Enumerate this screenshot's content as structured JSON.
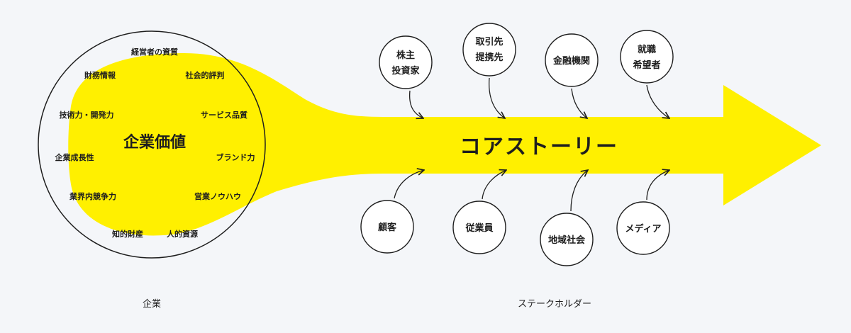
{
  "colors": {
    "background": "#f4f6f9",
    "accent": "#fff000",
    "ink": "#1e1e1e"
  },
  "company": {
    "core_value": "企業価値",
    "assets": [
      "経営者の資質",
      "財務情報",
      "社会的評判",
      "技術力・開発力",
      "サービス品質",
      "企業成長性",
      "ブランド力",
      "業界内競争力",
      "営業ノウハウ",
      "知的財産",
      "人的資源"
    ],
    "caption": "企業"
  },
  "arrow": {
    "label": "コアストーリー"
  },
  "stakeholders": {
    "top": [
      {
        "lines": [
          "株主",
          "投資家"
        ]
      },
      {
        "lines": [
          "取引先",
          "提携先"
        ]
      },
      {
        "lines": [
          "金融機関"
        ]
      },
      {
        "lines": [
          "就職",
          "希望者"
        ]
      }
    ],
    "bottom": [
      {
        "lines": [
          "顧客"
        ]
      },
      {
        "lines": [
          "従業員"
        ]
      },
      {
        "lines": [
          "地域社会"
        ]
      },
      {
        "lines": [
          "メディア"
        ]
      }
    ],
    "caption": "ステークホルダー"
  }
}
